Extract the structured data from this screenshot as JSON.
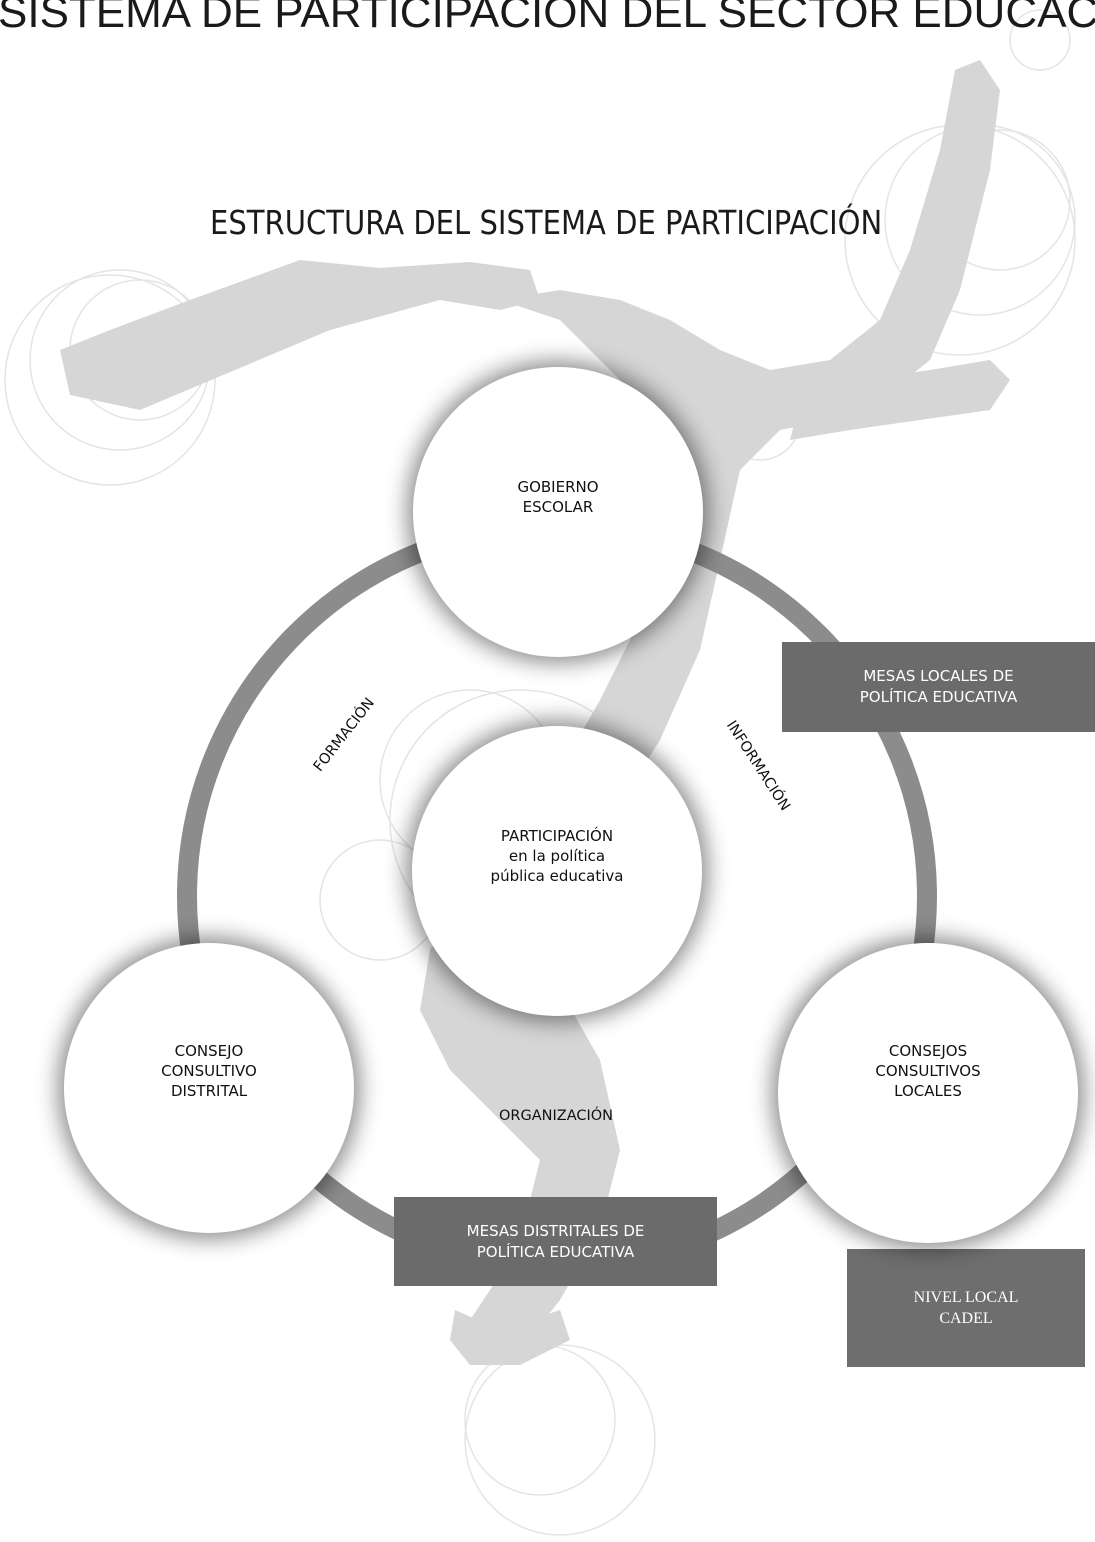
{
  "page": {
    "title": "SISTEMA DE PARTICIPACIÓN DEL SECTOR EDUCAC",
    "subtitle": "ESTRUCTURA  DEL SISTEMA DE PARTICIPACIÓN"
  },
  "diagram": {
    "center": {
      "label": "PARTICIPACIÓN\nen la política\npública educativa"
    },
    "nodes": {
      "top": "GOBIERNO\nESCOLAR",
      "left": "CONSEJO\nCONSULTIVO\nDISTRITAL",
      "right": "CONSEJOS\nCONSULTIVOS\nLOCALES"
    },
    "arc_labels": {
      "left": "FORMACIÓN",
      "right": "INFORMACIÓN",
      "bottom": "ORGANIZACIÓN"
    },
    "boxes": {
      "mesas_locales": "MESAS LOCALES DE\nPOLÍTICA EDUCATIVA",
      "mesas_distritales": "MESAS DISTRITALES DE\nPOLÍTICA EDUCATIVA",
      "nivel_local": "NIVEL LOCAL\nCADEL"
    }
  },
  "colors": {
    "ring": "#8c8c8c",
    "box": "#6b6b6b",
    "silhouette": "#d6d6d6",
    "swirl": "#e2e2e2"
  }
}
